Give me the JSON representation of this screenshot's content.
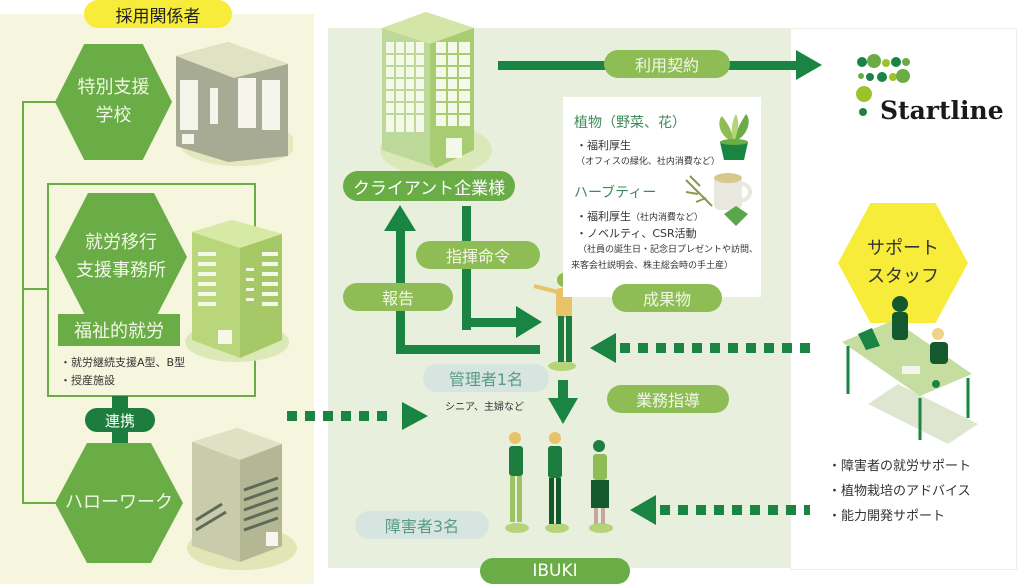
{
  "left_panel": {
    "header": "採用関係者",
    "school": "特別支援\n学校",
    "school_line1": "特別支援",
    "school_line2": "学校",
    "transition_line1": "就労移行",
    "transition_line2": "支援事務所",
    "welfare_label": "福祉的就労",
    "welfare_items": [
      "・就労継続支援A型、B型",
      "・授産施設"
    ],
    "link_label": "連携",
    "hellowork": "ハローワーク"
  },
  "center_panel": {
    "client_label": "クライアント企業様",
    "contract_label": "利用契約",
    "command_label": "指揮命令",
    "report_label": "報告",
    "manager_label": "管理者1名",
    "manager_note": "シニア、主婦など",
    "guidance_label": "業務指導",
    "disabled_label": "障害者3名",
    "footer_label": "IBUKI",
    "products": {
      "plants_title": "植物（野菜、花）",
      "plants_item": "・福利厚生",
      "plants_note": "（オフィスの緑化、社内消費など）",
      "tea_title": "ハーブティー",
      "tea_item1_main": "・福利厚生",
      "tea_item1_note": "（社内消費など）",
      "tea_item2": "・ノベルティ、CSR活動",
      "tea_note1": "（社員の誕生日・記念日プレゼントや訪問、",
      "tea_note2": "来客会社説明会、株主総会時の手土産）",
      "label": "成果物"
    }
  },
  "right_panel": {
    "brand": "Startline",
    "support_line1": "サポート",
    "support_line2": "スタッフ",
    "services": [
      "・障害者の就労サポート",
      "・植物栽培のアドバイス",
      "・能力開発サポート"
    ]
  },
  "colors": {
    "dark_green": "#1a8443",
    "mid_green": "#6aac46",
    "light_green": "#8fbd55",
    "yellow": "#f7ec3a",
    "left_bg": "#f6f5dd",
    "center_bg": "#e9efdd"
  }
}
